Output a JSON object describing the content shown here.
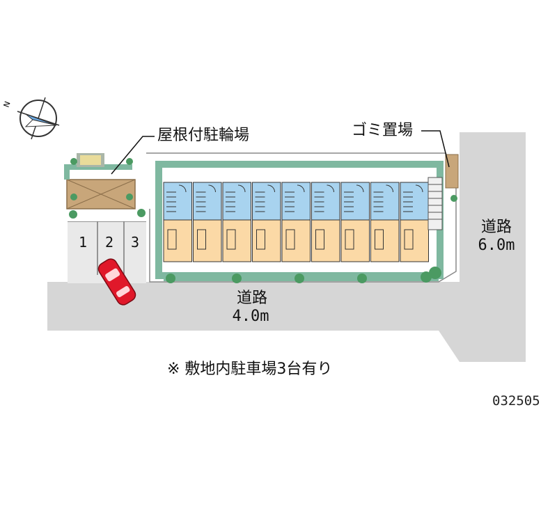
{
  "labels": {
    "bike_parking": "屋根付駐輪場",
    "garbage_area": "ゴミ置場",
    "road_right_name": "道路",
    "road_right_width": "6.0m",
    "road_bottom_name": "道路",
    "road_bottom_width": "4.0m",
    "parking_note": "※ 敷地内駐車場3台有り",
    "property_code": "032505"
  },
  "parking_slots": [
    "1",
    "2",
    "3"
  ],
  "units_per_row": 9,
  "colors": {
    "road": "#d6d6d6",
    "balcony": "#a8d3ef",
    "room": "#fbd9a6",
    "bike_roof": "#c8a67a",
    "planting": "#4b9a62",
    "border_green": "#7fb8a0",
    "car": "#e0182a"
  },
  "icons": [
    "compass-icon",
    "car-icon"
  ]
}
